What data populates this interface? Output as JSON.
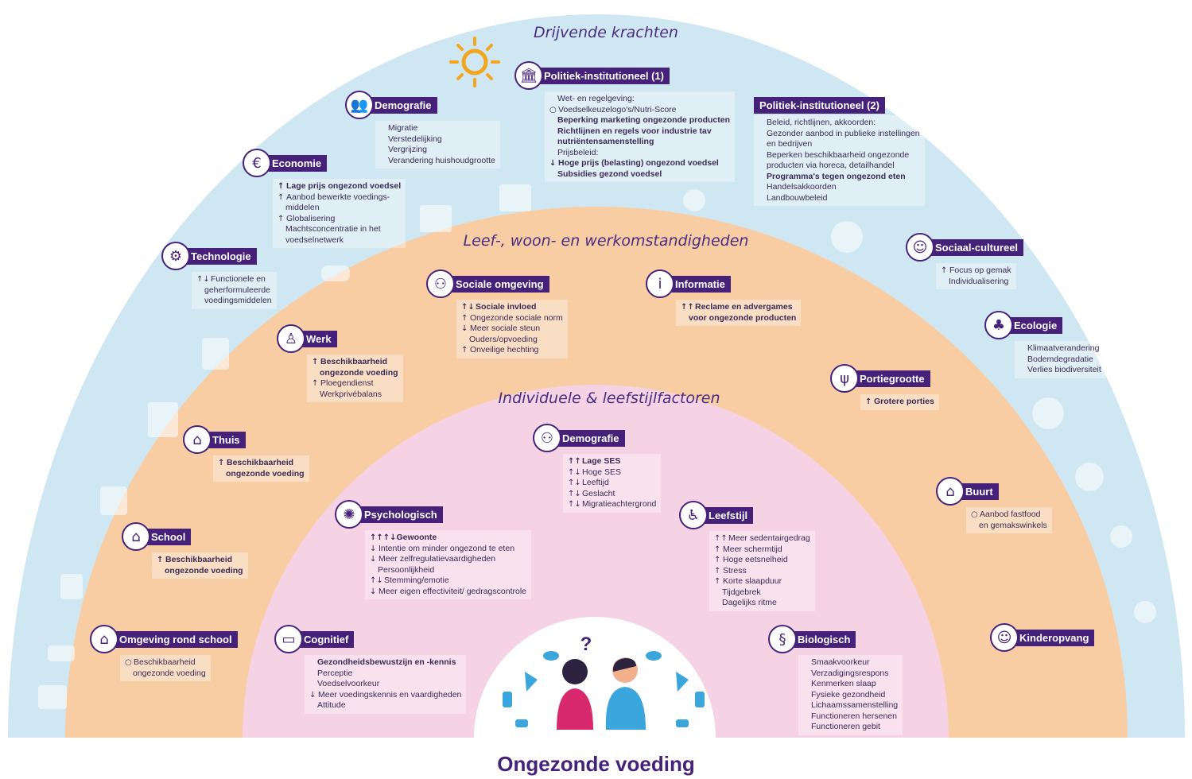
{
  "bottom_title": "Ongezonde voeding",
  "colors": {
    "outer_ring": "#cfe7f2",
    "middle_ring": "#f8cda4",
    "inner_ring": "#f6d3e4",
    "core": "#ffffff",
    "accent": "#46217a"
  },
  "rings": {
    "outer": "Drijvende krachten",
    "middle": "Leef-, woon- en werkomstandigheden",
    "inner": "Individuele & leefstijlfactoren"
  },
  "blocks": [
    {
      "id": "demografie-outer",
      "icon": "people-group-icon",
      "title": "Demografie",
      "lines": [
        {
          "a": "",
          "t": "Migratie"
        },
        {
          "a": "",
          "t": "Verstedelijking"
        },
        {
          "a": "",
          "t": "Vergrijzing"
        },
        {
          "a": "",
          "t": "Verandering huishoudgrootte"
        }
      ]
    },
    {
      "id": "politiek-1",
      "icon": "government-building-icon",
      "title": "Politiek-institutioneel (1)",
      "lines": [
        {
          "a": "",
          "t": "Wet- en regelgeving:"
        },
        {
          "a": "○",
          "t": "Voedselkeuzelogo's/Nutri-Score"
        },
        {
          "a": "",
          "t": "Beperking marketing ongezonde producten",
          "b": true
        },
        {
          "a": "",
          "t": "Richtlijnen en regels voor industrie tav",
          "b": true
        },
        {
          "a": "",
          "t": "nutriëntensamenstelling",
          "b": true
        },
        {
          "a": "",
          "t": "Prijsbeleid:"
        },
        {
          "a": "↓",
          "t": "Hoge prijs (belasting) ongezond voedsel",
          "b": true
        },
        {
          "a": "",
          "t": "Subsidies gezond voedsel",
          "b": true
        }
      ]
    },
    {
      "id": "politiek-2",
      "icon": "",
      "title": "Politiek-institutioneel (2)",
      "lines": [
        {
          "a": "",
          "t": "Beleid, richtlijnen, akkoorden:"
        },
        {
          "a": "",
          "t": "Gezonder aanbod in publieke instellingen"
        },
        {
          "a": "",
          "t": "en bedrijven"
        },
        {
          "a": "",
          "t": "Beperken beschikbaarheid ongezonde"
        },
        {
          "a": "",
          "t": "producten via horeca, detailhandel"
        },
        {
          "a": "",
          "t": "Programma's tegen ongezond eten",
          "b": true
        },
        {
          "a": "",
          "t": "Handelsakkoorden"
        },
        {
          "a": "",
          "t": "Landbouwbeleid"
        }
      ]
    },
    {
      "id": "economie",
      "icon": "money-people-icon",
      "title": "Economie",
      "lines": [
        {
          "a": "↑",
          "t": "Lage prijs ongezond voedsel",
          "b": true
        },
        {
          "a": "↑",
          "t": "Aanbod bewerkte voedings-"
        },
        {
          "a": "",
          "t": "middelen"
        },
        {
          "a": "↑",
          "t": "Globalisering"
        },
        {
          "a": "",
          "t": "Machtsconcentratie in het"
        },
        {
          "a": "",
          "t": "voedselnetwerk"
        }
      ]
    },
    {
      "id": "technologie",
      "icon": "robot-arm-icon",
      "title": "Technologie",
      "lines": [
        {
          "a": "↑↓",
          "t": "Functionele en"
        },
        {
          "a": "",
          "t": "geherformuleerde"
        },
        {
          "a": "",
          "t": "voedingsmiddelen"
        }
      ]
    },
    {
      "id": "sociaal-cultureel",
      "icon": "culture-face-icon",
      "title": "Sociaal-cultureel",
      "lines": [
        {
          "a": "↑",
          "t": "Focus op gemak"
        },
        {
          "a": "",
          "t": "Individualisering"
        }
      ]
    },
    {
      "id": "ecologie",
      "icon": "tree-icon",
      "title": "Ecologie",
      "lines": [
        {
          "a": "",
          "t": "Klimaatverandering"
        },
        {
          "a": "",
          "t": "Bodemdegradatie"
        },
        {
          "a": "",
          "t": "Verlies biodiversiteit"
        }
      ]
    },
    {
      "id": "sociale-omgeving",
      "icon": "two-people-icon",
      "title": "Sociale omgeving",
      "lines": [
        {
          "a": "↑↓",
          "t": "Sociale invloed",
          "b": true
        },
        {
          "a": "↑",
          "t": "Ongezonde sociale norm"
        },
        {
          "a": "↓",
          "t": "Meer sociale steun"
        },
        {
          "a": "",
          "t": "Ouders/opvoeding"
        },
        {
          "a": "↑",
          "t": "Onveilige hechting"
        }
      ]
    },
    {
      "id": "informatie",
      "icon": "info-icon",
      "title": "Informatie",
      "lines": [
        {
          "a": "↑↑",
          "t": "Reclame en advergames",
          "b": true
        },
        {
          "a": "",
          "t": "voor ongezonde producten",
          "b": true
        }
      ]
    },
    {
      "id": "werk",
      "icon": "office-chair-icon",
      "title": "Werk",
      "lines": [
        {
          "a": "↑",
          "t": "Beschikbaarheid",
          "b": true
        },
        {
          "a": "",
          "t": "ongezonde voeding",
          "b": true
        },
        {
          "a": "↑",
          "t": "Ploegendienst"
        },
        {
          "a": "",
          "t": "Werkprivébalans"
        }
      ]
    },
    {
      "id": "portiegrootte",
      "icon": "cutlery-icon",
      "title": "Portiegrootte",
      "lines": [
        {
          "a": "↑",
          "t": "Grotere porties",
          "b": true
        }
      ]
    },
    {
      "id": "thuis",
      "icon": "house-icon",
      "title": "Thuis",
      "lines": [
        {
          "a": "↑",
          "t": "Beschikbaarheid",
          "b": true
        },
        {
          "a": "",
          "t": "ongezonde voeding",
          "b": true
        }
      ]
    },
    {
      "id": "school",
      "icon": "school-icon",
      "title": "School",
      "lines": [
        {
          "a": "↑",
          "t": "Beschikbaarheid",
          "b": true
        },
        {
          "a": "",
          "t": "ongezonde voeding",
          "b": true
        }
      ]
    },
    {
      "id": "buurt",
      "icon": "houses-icon",
      "title": "Buurt",
      "lines": [
        {
          "a": "○",
          "t": "Aanbod fastfood"
        },
        {
          "a": "",
          "t": "en gemakswinkels"
        }
      ]
    },
    {
      "id": "omgeving-school",
      "icon": "school-area-icon",
      "title": "Omgeving rond school",
      "lines": [
        {
          "a": "○",
          "t": "Beschikbaarheid"
        },
        {
          "a": "",
          "t": "ongezonde voeding"
        }
      ]
    },
    {
      "id": "kinderopvang",
      "icon": "baby-icon",
      "title": "Kinderopvang",
      "lines": []
    },
    {
      "id": "demografie-inner",
      "icon": "family-icon",
      "title": "Demografie",
      "lines": [
        {
          "a": "↑↑",
          "t": "Lage SES",
          "b": true
        },
        {
          "a": "↑↓",
          "t": "Hoge SES"
        },
        {
          "a": "↑↓",
          "t": "Leeftijd"
        },
        {
          "a": "↑↓",
          "t": "Geslacht"
        },
        {
          "a": "↑↓",
          "t": "Migratieachtergrond"
        }
      ]
    },
    {
      "id": "psychologisch",
      "icon": "brain-icon",
      "title": "Psychologisch",
      "lines": [
        {
          "a": "↑↑↑↓",
          "t": "Gewoonte",
          "b": true
        },
        {
          "a": "↓",
          "t": "Intentie om minder ongezond te eten"
        },
        {
          "a": "↓",
          "t": "Meer zelfregulatievaardigheden"
        },
        {
          "a": "",
          "t": "Persoonlijkheid"
        },
        {
          "a": "↑↓",
          "t": "Stemming/emotie"
        },
        {
          "a": "↓",
          "t": "Meer eigen effectiviteit/ gedragscontrole"
        }
      ]
    },
    {
      "id": "leefstijl",
      "icon": "person-sitting-icon",
      "title": "Leefstijl",
      "lines": [
        {
          "a": "↑↑",
          "t": "Meer sedentairgedrag"
        },
        {
          "a": "↑",
          "t": "Meer schermtijd"
        },
        {
          "a": "↑",
          "t": "Hoge eetsnelheid"
        },
        {
          "a": "↑",
          "t": "Stress"
        },
        {
          "a": "↑",
          "t": "Korte slaapduur"
        },
        {
          "a": "",
          "t": "Tijdgebrek"
        },
        {
          "a": "",
          "t": "Dagelijks ritme"
        }
      ]
    },
    {
      "id": "cognitief",
      "icon": "screen-icon",
      "title": "Cognitief",
      "lines": [
        {
          "a": "",
          "t": "Gezondheidsbewustzijn en -kennis",
          "b": true
        },
        {
          "a": "",
          "t": "Perceptie"
        },
        {
          "a": "",
          "t": "Voedselvoorkeur"
        },
        {
          "a": "↓",
          "t": "Meer voedingskennis en vaardigheden"
        },
        {
          "a": "",
          "t": "Attitude"
        }
      ]
    },
    {
      "id": "biologisch",
      "icon": "dna-icon",
      "title": "Biologisch",
      "lines": [
        {
          "a": "",
          "t": "Smaakvoorkeur"
        },
        {
          "a": "",
          "t": "Verzadigingsrespons"
        },
        {
          "a": "",
          "t": "Kenmerken slaap"
        },
        {
          "a": "",
          "t": "Fysieke gezondheid"
        },
        {
          "a": "",
          "t": "Lichaamssamenstelling"
        },
        {
          "a": "",
          "t": "Functioneren hersenen"
        },
        {
          "a": "",
          "t": "Functioneren gebit"
        }
      ]
    }
  ]
}
